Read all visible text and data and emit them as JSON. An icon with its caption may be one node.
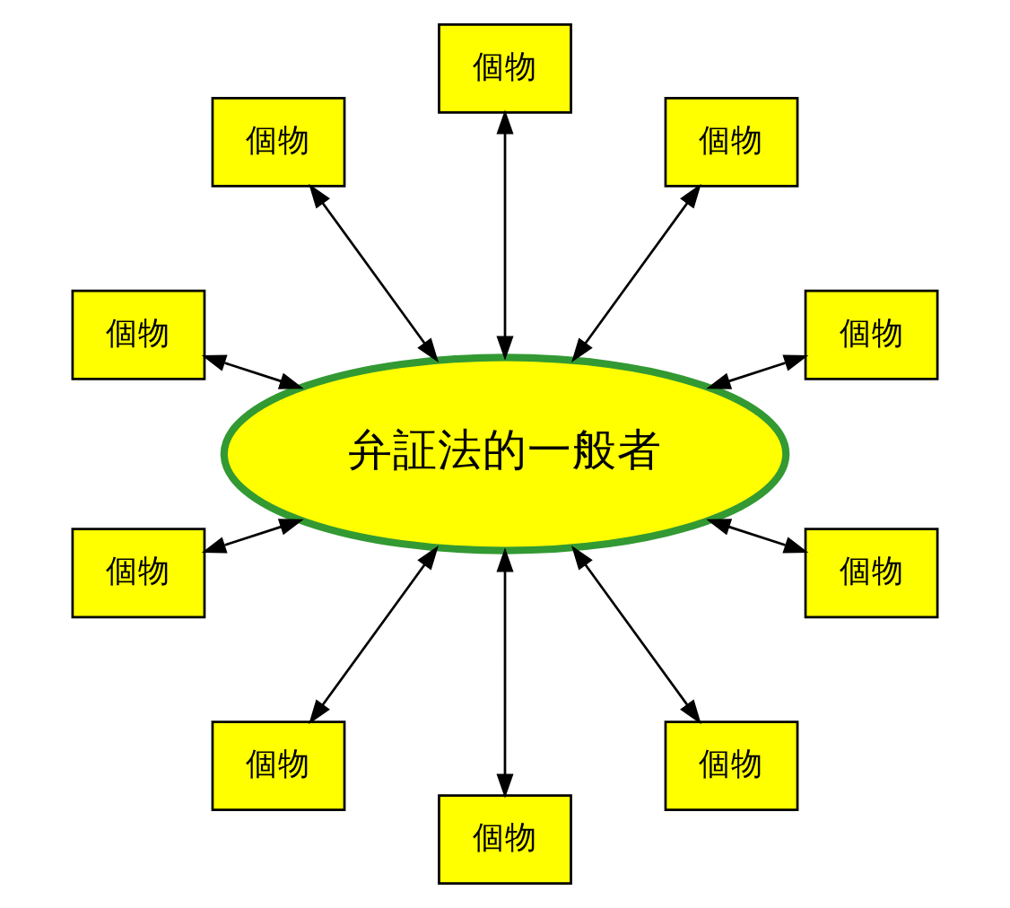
{
  "diagram": {
    "nodes": [
      {
        "text": [
          "弁証法的一般者"
        ]
      },
      {
        "text": [
          "個物"
        ]
      },
      {
        "text": [
          "個物"
        ]
      },
      {
        "text": [
          "個物"
        ]
      },
      {
        "text": [
          "個物"
        ]
      },
      {
        "text": [
          "個物"
        ]
      },
      {
        "text": [
          "個物"
        ]
      },
      {
        "text": [
          "個物"
        ]
      },
      {
        "text": [
          "個物"
        ]
      },
      {
        "text": [
          "個物"
        ]
      },
      {
        "text": [
          "個物"
        ]
      }
    ],
    "edges": [
      {
        "from": 0,
        "to": 1,
        "arrow": "both"
      },
      {
        "from": 0,
        "to": 2,
        "arrow": "both"
      },
      {
        "from": 0,
        "to": 3,
        "arrow": "both"
      },
      {
        "from": 0,
        "to": 4,
        "arrow": "both"
      },
      {
        "from": 0,
        "to": 5,
        "arrow": "both"
      },
      {
        "from": 0,
        "to": 6,
        "arrow": "both"
      },
      {
        "from": 0,
        "to": 7,
        "arrow": "both"
      },
      {
        "from": 0,
        "to": 8,
        "arrow": "both"
      },
      {
        "from": 0,
        "to": 9,
        "arrow": "both"
      },
      {
        "from": 0,
        "to": 10,
        "arrow": "both"
      }
    ]
  }
}
